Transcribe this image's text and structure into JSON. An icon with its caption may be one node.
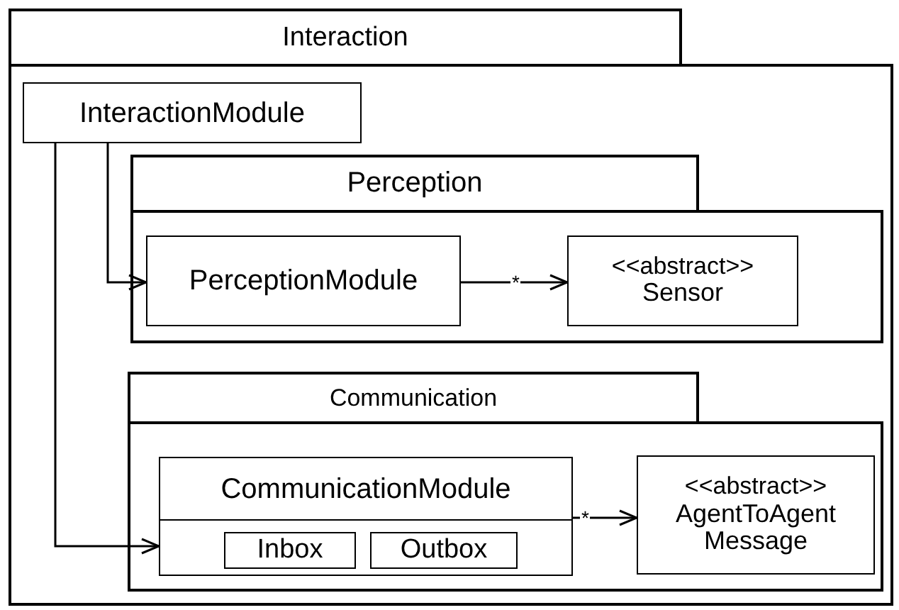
{
  "diagram": {
    "nodes": [
      {
        "text": [
          "Interaction"
        ]
      },
      {
        "text": [
          "InteractionModule"
        ],
        "in": 0
      },
      {
        "text": [
          "Perception"
        ],
        "in": 0
      },
      {
        "text": [
          "PerceptionModule"
        ],
        "in": 2
      },
      {
        "text": [
          "<<abstract>>",
          "Sensor"
        ],
        "in": 2
      },
      {
        "text": [
          "Communication"
        ],
        "in": 0
      },
      {
        "text": [
          "CommunicationModule"
        ],
        "in": 5
      },
      {
        "text": [
          "Inbox"
        ],
        "in": 6
      },
      {
        "text": [
          "Outbox"
        ],
        "in": 6
      },
      {
        "text": [
          "<<abstract>>",
          "AgentToAgent Message"
        ],
        "in": 5
      }
    ],
    "edges": [
      {
        "from": 1,
        "to": 3,
        "arrow": "to"
      },
      {
        "from": 1,
        "to": 6,
        "arrow": "to"
      },
      {
        "from": 3,
        "to": 4,
        "arrow": "to",
        "label": "*"
      },
      {
        "from": 6,
        "to": 9,
        "arrow": "to",
        "label": "*"
      }
    ]
  }
}
